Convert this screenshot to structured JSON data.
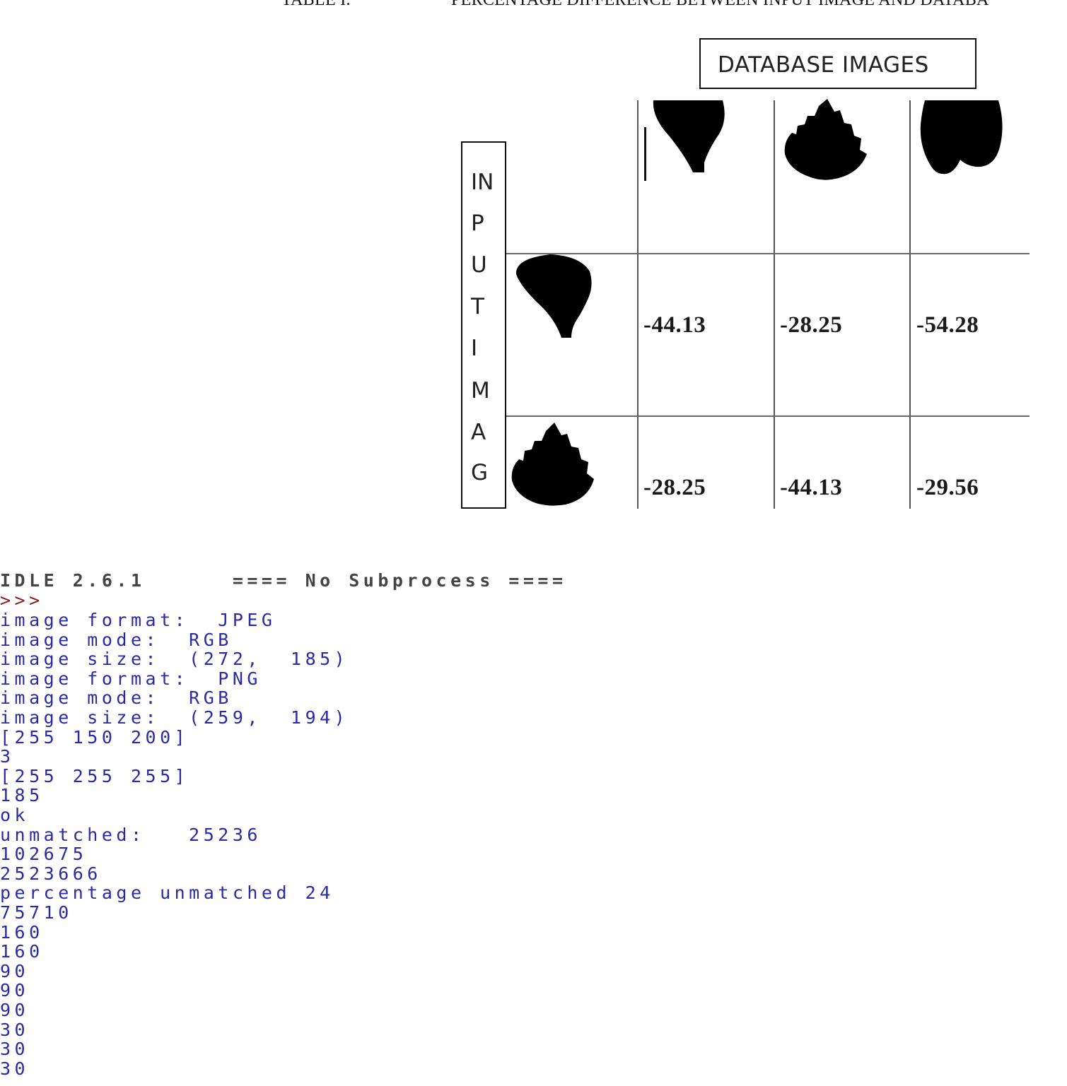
{
  "caption": {
    "table_label": "TABLE I.",
    "title": "PERCENTAGE DIFFERENCE BETWEEN INPUT IMAGE AND DATABA"
  },
  "table": {
    "column_header": "DATABASE IMAGES",
    "row_header_letters": [
      "IN",
      "P",
      "U",
      "T",
      "I",
      "M",
      "A",
      "G"
    ],
    "rows": [
      {
        "values": [
          "-44.13",
          "-28.25",
          "-54.28"
        ]
      },
      {
        "values": [
          "-28.25",
          "-44.13",
          "-29.56"
        ]
      }
    ]
  },
  "idle": {
    "header": "IDLE 2.6.1      ==== No Subprocess ====",
    "prompt": ">>>",
    "output_lines": [
      "image format:  JPEG",
      "image mode:  RGB",
      "image size:  (272,  185)",
      "image format:  PNG",
      "image mode:  RGB",
      "image size:  (259,  194)",
      "[255 150 200]",
      "3",
      "[255 255 255]",
      "185",
      "ok",
      "unmatched:   25236",
      "102675",
      "2523666",
      "percentage unmatched 24",
      "75710",
      "160",
      "160",
      "90",
      "90",
      "90",
      "30",
      "30",
      "30"
    ]
  }
}
